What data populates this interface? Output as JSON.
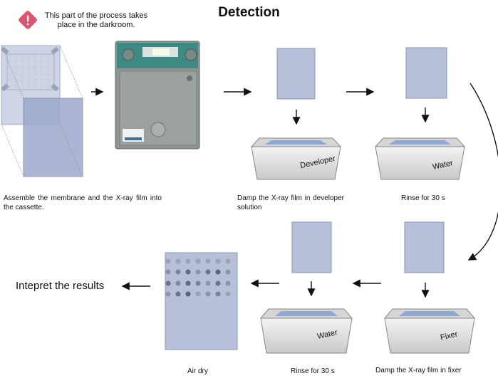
{
  "title": "Detection",
  "warning_note": "This part of the process takes place in the darkroom.",
  "steps": {
    "assemble": "Assemble the membrane and the X-ray film into the cassette.",
    "developer": "Damp the X-ray film in developer solution",
    "rinse1": "Rinse for 30 s",
    "fixer": "Damp the X-ray film in fixer",
    "rinse2": "Rinse for 30 s",
    "airdry": "Air dry",
    "interpret": "Intepret the results"
  },
  "tray_labels": {
    "developer": "Developer",
    "water1": "Water",
    "water2": "Water",
    "fixer": "Fixer"
  },
  "colors": {
    "warning": "#d9546f",
    "film": "#b7c0d8",
    "tray_liquid": "#8fa8d8",
    "cassette": "#8e9593"
  }
}
